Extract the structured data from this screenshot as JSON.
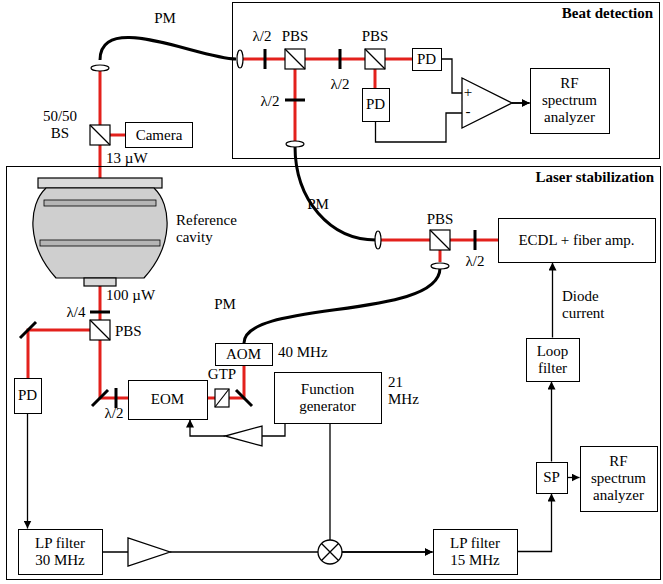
{
  "diagram": {
    "nodes": [
      {
        "text": [
          "Beat detection"
        ]
      },
      {
        "text": [
          "RF spectrum analyzer"
        ],
        "in": 0
      },
      {
        "text": [
          "PD"
        ],
        "in": 0
      },
      {
        "text": [
          "PD"
        ],
        "in": 0
      },
      {
        "text": [
          "Camera"
        ]
      },
      {
        "text": [
          "Laser stabilization"
        ]
      },
      {
        "text": [
          "ECDL + fiber amp."
        ],
        "in": 5
      },
      {
        "text": [
          "Loop filter"
        ],
        "in": 5
      },
      {
        "text": [
          "AOM"
        ],
        "in": 5
      },
      {
        "text": [
          "EOM"
        ],
        "in": 5
      },
      {
        "text": [
          "Function generator"
        ],
        "in": 5
      },
      {
        "text": [
          "SP"
        ],
        "in": 5
      },
      {
        "text": [
          "RF spectrum analyzer"
        ],
        "in": 5
      },
      {
        "text": [
          "PD"
        ],
        "in": 5
      },
      {
        "text": [
          "LP filter 30 MHz"
        ],
        "in": 5
      },
      {
        "text": [
          "LP filter 15 MHz"
        ],
        "in": 5
      }
    ],
    "edges": [
      {
        "from": 2,
        "to": 1,
        "arrow": "to"
      },
      {
        "from": 3,
        "to": 1,
        "arrow": "to"
      },
      {
        "from": 10,
        "to": 9,
        "arrow": "to"
      },
      {
        "from": 13,
        "to": 14,
        "arrow": "to"
      },
      {
        "from": 14,
        "to": 15,
        "arrow": "to"
      },
      {
        "from": 10,
        "to": 15,
        "arrow": "to"
      },
      {
        "from": 15,
        "to": 11,
        "arrow": "to"
      },
      {
        "from": 11,
        "to": 7,
        "arrow": "to"
      },
      {
        "from": 11,
        "to": 12,
        "arrow": "to"
      },
      {
        "from": 7,
        "to": 6,
        "arrow": "to"
      }
    ],
    "labels": [
      "PM",
      "λ/2",
      "PBS",
      "PBS",
      "λ/2",
      "λ/2",
      "+",
      "-",
      "50/50 BS",
      "13 µW",
      "Reference cavity",
      "λ/4",
      "100 µW",
      "PBS",
      "GTP",
      "λ/2",
      "40 MHz",
      "21 MHz",
      "PM",
      "PBS",
      "λ/2",
      "PM",
      "Diode current"
    ]
  }
}
